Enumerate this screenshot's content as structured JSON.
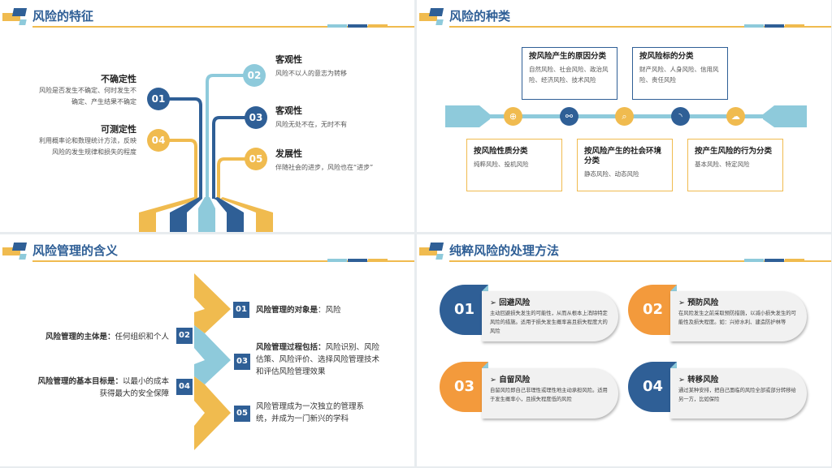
{
  "colors": {
    "navy": "#2f5f96",
    "light_blue": "#8ecadb",
    "yellow": "#f0bb4f",
    "orange": "#f39a3c"
  },
  "slide1": {
    "title": "风险的特征",
    "items": [
      {
        "num": "01",
        "title": "不确定性",
        "desc1": "风险是否发生不确定、何时发生不",
        "desc2": "确定、产生结果不确定"
      },
      {
        "num": "02",
        "title": "客观性",
        "desc1": "风险不以人的意志为转移"
      },
      {
        "num": "03",
        "title": "客观性",
        "desc1": "风险无处不在，无时不有"
      },
      {
        "num": "04",
        "title": "可测定性",
        "desc1": "利用概率论和数理统计方法，反映",
        "desc2": "风险的发生规律和损失的程度"
      },
      {
        "num": "05",
        "title": "发展性",
        "desc1": "伴随社会的进步，风险也在“进步”"
      }
    ]
  },
  "slide2": {
    "title": "风险的种类",
    "boxes": [
      {
        "title": "按风险产生的原因分类",
        "desc": "自然风险、社会风险、政治风险、经济风险、技术风险"
      },
      {
        "title": "按风险标的分类",
        "desc": "财产风险、人身风险、信用风险、责任风险"
      },
      {
        "title": "按风险性质分类",
        "desc": "纯粹风险、投机风险"
      },
      {
        "title": "按风险产生的社会环境分类",
        "desc": "静态风险、动态风险"
      },
      {
        "title": "按产生风险的行为分类",
        "desc": "基本风险、特定风险"
      }
    ],
    "icons": [
      "target-icon",
      "link-icon",
      "search-icon",
      "rss-icon",
      "cloud-icon"
    ]
  },
  "slide3": {
    "title": "风险管理的含义",
    "items": [
      {
        "num": "01",
        "bold": "风险管理的对象是",
        "text": "：风险"
      },
      {
        "num": "02",
        "bold": "风险管理的主体是：",
        "text": "任何组织和个人"
      },
      {
        "num": "03",
        "bold": "风险管理过程包括：",
        "text": "风险识别、风险估策、风险评价、选择风险管理技术和评估风险管理效果"
      },
      {
        "num": "04",
        "bold": "风险管理的基本目标是：",
        "text": "以最小的成本获得最大的安全保障"
      },
      {
        "num": "05",
        "bold": "",
        "text": "风险管理成为一次独立的管理系统，并成为一门新兴的学科"
      }
    ]
  },
  "slide4": {
    "title": "纯粹风险的处理方法",
    "bullet": "➢",
    "cards": [
      {
        "num": "01",
        "title": "回避风险",
        "desc": "主动回避损失发生的可能性，从而从根本上消除特定风险的措施。适用于损失发生概率高且损失程度大的风险"
      },
      {
        "num": "02",
        "title": "预防风险",
        "desc": "在风险发生之前采取预防措施，以减小损失发生的可能性及损失程度。如：兴修水利、建造防护林等"
      },
      {
        "num": "03",
        "title": "自留风险",
        "desc": "自留风险即自己非理性或理性地主动承担风险。适用于发生概率小，且损失程度低的风险"
      },
      {
        "num": "04",
        "title": "转移风险",
        "desc": "通过某种安排，把自己面临的风险全部或部分转移给另一方，比如保险"
      }
    ]
  }
}
